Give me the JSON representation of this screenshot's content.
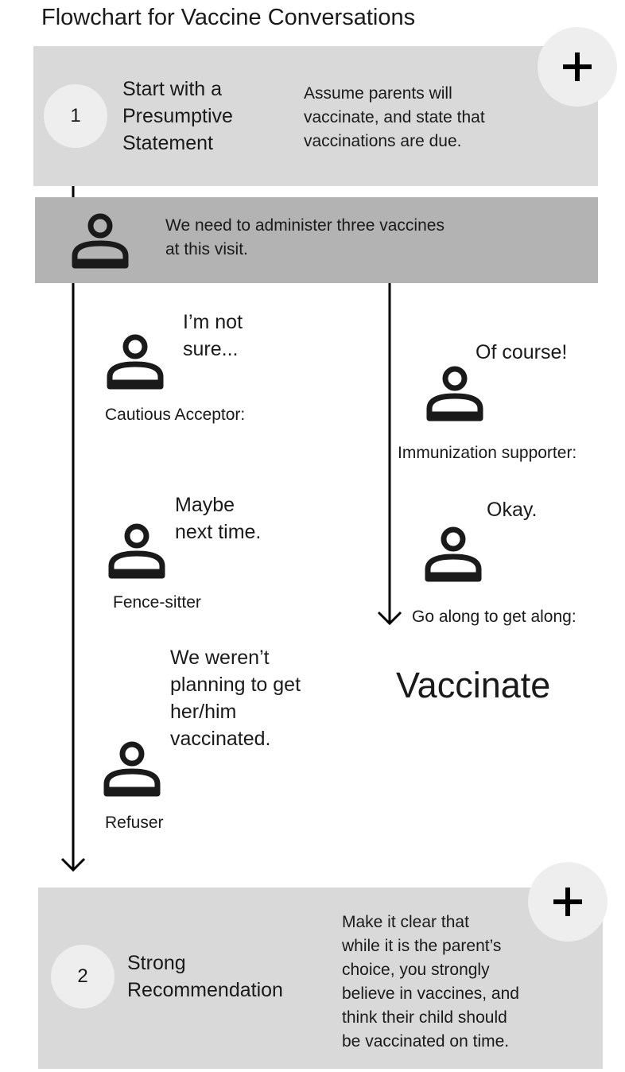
{
  "title": "Flowchart for Vaccine Conversations",
  "step1": {
    "number": "1",
    "title_lines": [
      "Start with a",
      "Presumptive",
      "Statement"
    ],
    "desc_lines": [
      "Assume parents will",
      "vaccinate, and state that",
      "vaccinations are due."
    ],
    "expand_icon": "plus-icon"
  },
  "provider": {
    "icon": "person-icon",
    "speech_lines": [
      "We need to administer three vaccines",
      "at this visit."
    ]
  },
  "responses": {
    "cautious_acceptor": {
      "speech_lines": [
        "I’m not",
        "sure..."
      ],
      "label": "Cautious Acceptor:",
      "icon": "person-icon"
    },
    "fence_sitter": {
      "speech_lines": [
        "Maybe",
        "next time."
      ],
      "label": "Fence-sitter",
      "icon": "person-icon"
    },
    "refuser": {
      "speech_lines": [
        "We weren’t",
        "planning to get",
        "her/him",
        "vaccinated."
      ],
      "label": "Refuser",
      "icon": "person-icon"
    },
    "immunization_supporter": {
      "speech_lines": [
        "Of course!"
      ],
      "label": "Immunization supporter:",
      "icon": "person-icon"
    },
    "go_along": {
      "speech_lines": [
        "Okay."
      ],
      "label": "Go along to get along:",
      "icon": "person-icon"
    }
  },
  "outcome": "Vaccinate",
  "step2": {
    "number": "2",
    "title_lines": [
      "Strong",
      "Recommendation"
    ],
    "desc_lines": [
      "Make it clear that",
      "while it is the parent’s",
      "choice, you strongly",
      "believe in vaccines, and",
      "think their child should",
      "be vaccinated on time."
    ],
    "expand_icon": "plus-icon"
  },
  "colors": {
    "step_box": "#d9d9d9",
    "provider_box": "#b3b3b3",
    "circle": "#eeeeee",
    "ink": "#1a1a1a"
  }
}
